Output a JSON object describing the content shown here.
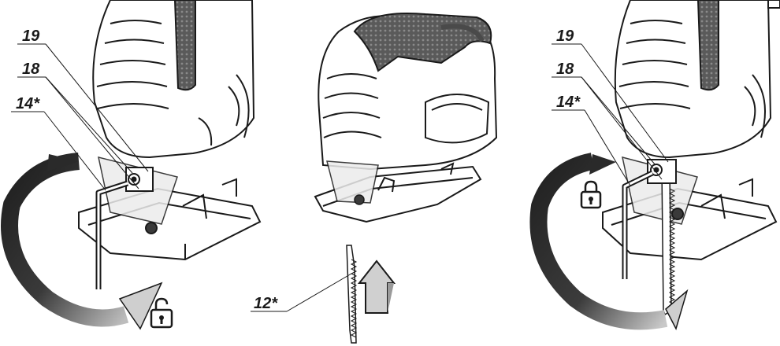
{
  "panels": [
    {
      "id": "left",
      "callouts": [
        "19",
        "18",
        "14*"
      ],
      "icon": "unlock-icon",
      "rotation": "counterclockwise"
    },
    {
      "id": "middle",
      "callouts": [
        "12*"
      ],
      "icon": "arrow-up-icon"
    },
    {
      "id": "right",
      "callouts": [
        "19",
        "18",
        "14*"
      ],
      "icon": "lock-icon",
      "rotation": "clockwise"
    }
  ],
  "colors": {
    "outline": "#1a1a1a",
    "body": "#ffffff",
    "grip": "#4a4a4a",
    "shade": "#d8d8d8",
    "band_dark": "#3a3a3a",
    "band_light": "#d0d0d0"
  }
}
